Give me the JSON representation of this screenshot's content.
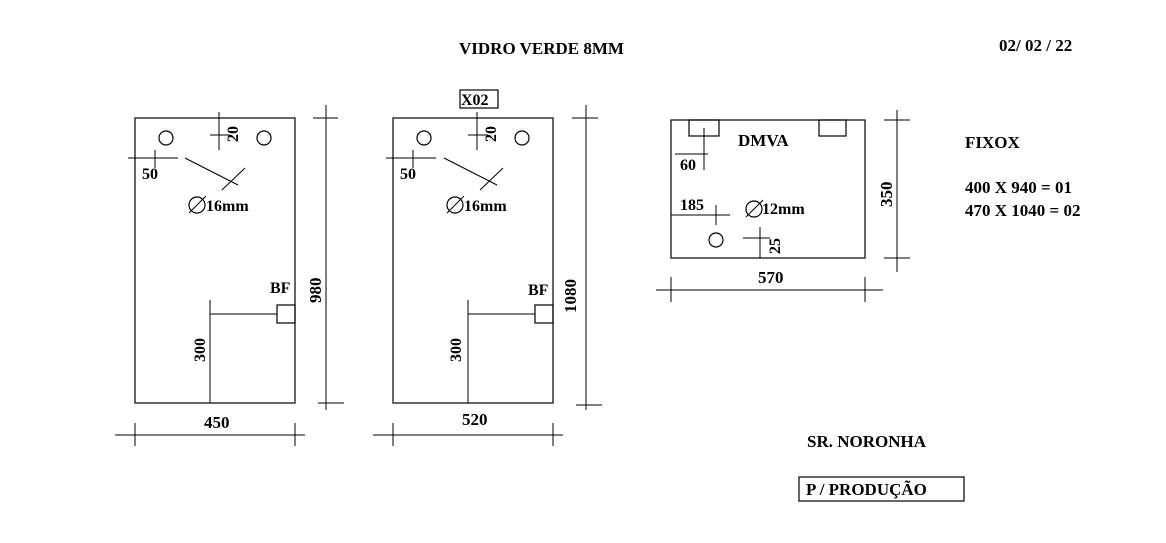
{
  "header": {
    "title": "VIDRO VERDE 8MM",
    "date": "02/ 02 / 22"
  },
  "panel1": {
    "hole_offset_top": "20",
    "hole_offset_side": "50",
    "hole_diameter": "16mm",
    "bf_label": "BF",
    "bf_height": "300",
    "width": "450",
    "height": "980"
  },
  "panel2": {
    "tag": "X02",
    "hole_offset_top": "20",
    "hole_offset_side": "50",
    "hole_diameter": "16mm",
    "bf_label": "BF",
    "bf_height": "300",
    "width": "520",
    "height": "1080"
  },
  "panel3": {
    "label": "DMVA",
    "notch_depth": "60",
    "hole_offset_side": "185",
    "hole_diameter": "12mm",
    "hole_offset_bottom": "25",
    "width": "570",
    "height": "350"
  },
  "notes": {
    "heading": "FIXOX",
    "line1": "400 X 940 = 01",
    "line2": "470 X 1040 = 02"
  },
  "footer": {
    "client": "SR. NORONHA",
    "destination": "P / PRODUÇÃO"
  }
}
